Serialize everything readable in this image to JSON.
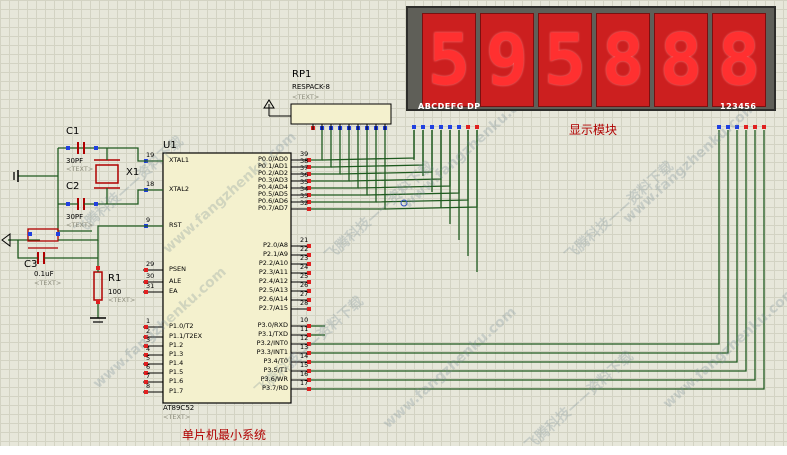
{
  "display": {
    "digits": [
      "5",
      "9",
      "5",
      "8",
      "8",
      "8"
    ],
    "segment_label": "ABCDEFG DP",
    "digit_label": "123456",
    "title": "显示模块"
  },
  "rp1": {
    "ref": "RP1",
    "type": "RESPACK-8",
    "text": "<TEXT>"
  },
  "c1": {
    "ref": "C1",
    "value": "30PF",
    "text": "<TEXT>"
  },
  "c2": {
    "ref": "C2",
    "value": "30PF",
    "text": "<TEXT>"
  },
  "c3": {
    "ref": "C3",
    "value": "0.1uF",
    "text": "<TEXT>"
  },
  "x1": {
    "ref": "X1"
  },
  "r1": {
    "ref": "R1",
    "value": "100",
    "text": "<TEXT>"
  },
  "u1": {
    "ref": "U1",
    "part": "AT89C52",
    "text": "<TEXT>",
    "left_pins": [
      {
        "num": "19",
        "name": "XTAL1"
      },
      {
        "num": "18",
        "name": "XTAL2"
      },
      {
        "num": "9",
        "name": "RST"
      },
      {
        "num": "29",
        "name": "PSEN"
      },
      {
        "num": "30",
        "name": "ALE"
      },
      {
        "num": "31",
        "name": "EA"
      },
      {
        "num": "1",
        "name": "P1.0/T2"
      },
      {
        "num": "2",
        "name": "P1.1/T2EX"
      },
      {
        "num": "3",
        "name": "P1.2"
      },
      {
        "num": "4",
        "name": "P1.3"
      },
      {
        "num": "5",
        "name": "P1.4"
      },
      {
        "num": "6",
        "name": "P1.5"
      },
      {
        "num": "7",
        "name": "P1.6"
      },
      {
        "num": "8",
        "name": "P1.7"
      }
    ],
    "right_pins": [
      {
        "num": "39",
        "name": "P0.0/AD0"
      },
      {
        "num": "38",
        "name": "P0.1/AD1"
      },
      {
        "num": "37",
        "name": "P0.2/AD2"
      },
      {
        "num": "36",
        "name": "P0.3/AD3"
      },
      {
        "num": "35",
        "name": "P0.4/AD4"
      },
      {
        "num": "34",
        "name": "P0.5/AD5"
      },
      {
        "num": "33",
        "name": "P0.6/AD6"
      },
      {
        "num": "32",
        "name": "P0.7/AD7"
      },
      {
        "num": "21",
        "name": "P2.0/A8"
      },
      {
        "num": "22",
        "name": "P2.1/A9"
      },
      {
        "num": "23",
        "name": "P2.2/A10"
      },
      {
        "num": "24",
        "name": "P2.3/A11"
      },
      {
        "num": "25",
        "name": "P2.4/A12"
      },
      {
        "num": "26",
        "name": "P2.5/A13"
      },
      {
        "num": "27",
        "name": "P2.6/A14"
      },
      {
        "num": "28",
        "name": "P2.7/A15"
      },
      {
        "num": "10",
        "name": "P3.0/RXD"
      },
      {
        "num": "11",
        "name": "P3.1/TXD"
      },
      {
        "num": "12",
        "name": "P3.2/INT0"
      },
      {
        "num": "13",
        "name": "P3.3/INT1"
      },
      {
        "num": "14",
        "name": "P3.4/T0"
      },
      {
        "num": "15",
        "name": "P3.5/T1"
      },
      {
        "num": "16",
        "name": "P3.6/WR"
      },
      {
        "num": "17",
        "name": "P3.7/RD"
      }
    ]
  },
  "system_title": "单片机最小系统",
  "watermark": {
    "cn": "飞腾科技——资料下载",
    "url": "www.fangzhenku.com"
  },
  "colors": {
    "wire": "#1f5a1f",
    "component": "#b00000",
    "chip_fill": "#f4f1ce",
    "pin_red": "#e02020",
    "pin_blue": "#2040e0"
  }
}
